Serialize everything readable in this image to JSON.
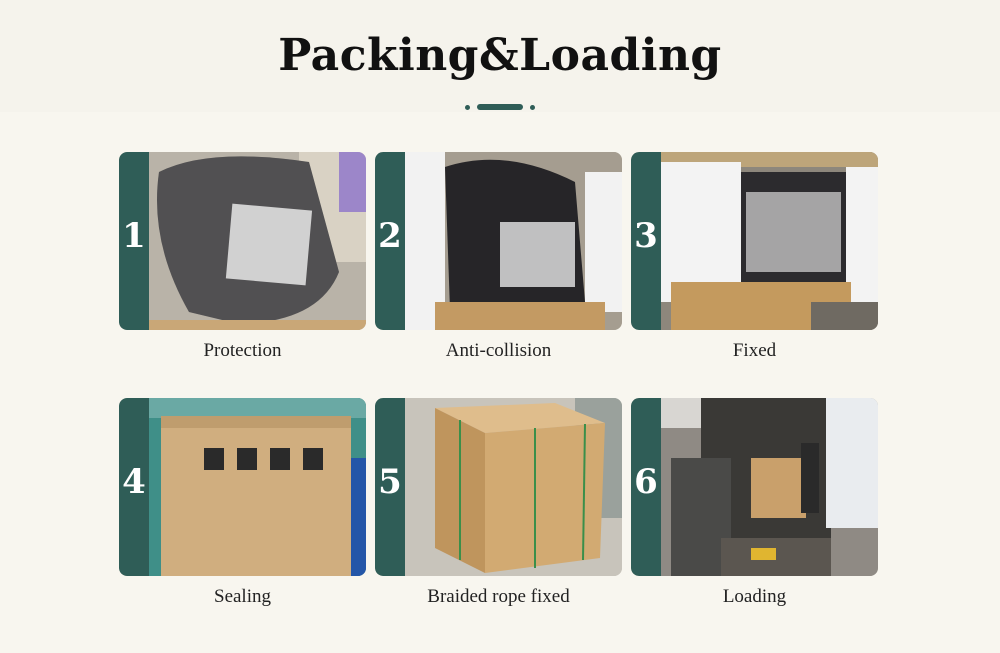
{
  "title": "Packing&Loading",
  "colors": {
    "accent": "#2f5d57",
    "background": "#f8f6ef"
  },
  "steps": [
    {
      "number": "1",
      "label": "Protection"
    },
    {
      "number": "2",
      "label": "Anti-collision"
    },
    {
      "number": "3",
      "label": "Fixed"
    },
    {
      "number": "4",
      "label": "Sealing"
    },
    {
      "number": "5",
      "label": "Braided rope fixed"
    },
    {
      "number": "6",
      "label": "Loading"
    }
  ]
}
